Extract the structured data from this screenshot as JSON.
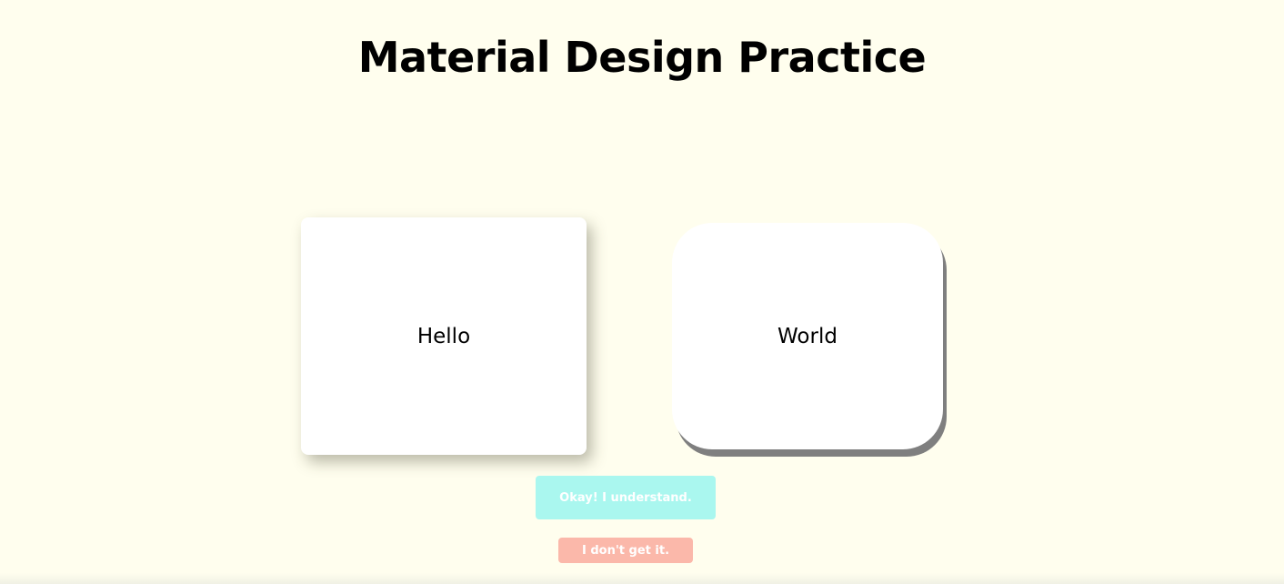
{
  "page": {
    "title": "Material Design Practice"
  },
  "cards": {
    "hello": {
      "label": "Hello"
    },
    "world": {
      "label": "World"
    }
  },
  "buttons": {
    "okay": {
      "label": "Okay! I understand.",
      "color": "#aaf7ef"
    },
    "dont": {
      "label": "I don't get it.",
      "color": "#fbb8aa"
    }
  },
  "colors": {
    "background": "#fffeee",
    "card": "#ffffff"
  }
}
